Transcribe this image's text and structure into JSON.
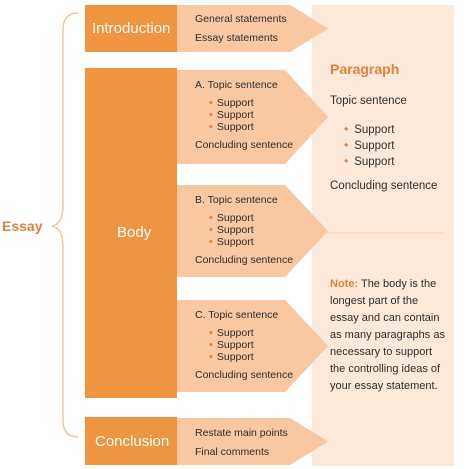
{
  "essay_label": "Essay",
  "introduction": {
    "label": "Introduction",
    "items": [
      "General statements",
      "Essay statements"
    ]
  },
  "body": {
    "label": "Body",
    "paragraphs": [
      {
        "topic": "A. Topic sentence",
        "supports": [
          "Support",
          "Support",
          "Support"
        ],
        "concluding": "Concluding sentence"
      },
      {
        "topic": "B. Topic sentence",
        "supports": [
          "Support",
          "Support",
          "Support"
        ],
        "concluding": "Concluding sentence"
      },
      {
        "topic": "C. Topic sentence",
        "supports": [
          "Support",
          "Support",
          "Support"
        ],
        "concluding": "Concluding sentence"
      }
    ]
  },
  "conclusion": {
    "label": "Conclusion",
    "items": [
      "Restate main points",
      "Final comments"
    ]
  },
  "paragraph_panel": {
    "title": "Paragraph",
    "topic": "Topic sentence",
    "supports": [
      "Support",
      "Support",
      "Support"
    ],
    "concluding": "Concluding sentence"
  },
  "note": {
    "label": "Note:",
    "text": "The body is the longest part of the essay and can contain as many paragraphs as necessary to support the controlling ideas of your essay statement."
  },
  "colors": {
    "box_orange": "#f0953f",
    "arrow_orange": "#f9c7a0",
    "panel_background": "#fde9d9",
    "accent": "#e4803a",
    "brace": "#f2c6a0"
  }
}
